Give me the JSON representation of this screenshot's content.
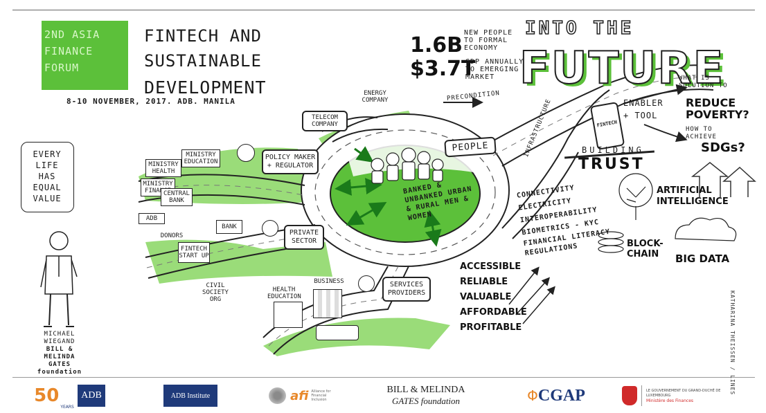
{
  "header": {
    "forum_badge": "2ND ASIA FINANCE FORUM",
    "title_line1": "FINTECH AND",
    "title_line2": "SUSTAINABLE",
    "title_line3": "DEVELOPMENT",
    "date_line": "8-10 NOVEMBER, 2017. ADB. MANILA"
  },
  "stats": {
    "stat1_value": "1.6B",
    "stat1_text": "NEW PEOPLE TO FORMAL ECONOMY",
    "stat2_value": "$3.7T",
    "stat2_text": "GDP ANNUALLY TO EMERGING MARKET",
    "precondition": "PRECONDITION"
  },
  "future": {
    "into_the": "INTO THE",
    "future": "FUTURE",
    "enabler": "ENABLER + TOOL",
    "phone_label": "FINTECH",
    "question1_lead": "WHAT IS SOLUTION TO",
    "question1": "REDUCE POVERTY?",
    "question2_lead": "HOW TO ACHIEVE",
    "question2": "SDGs?",
    "building": "BUILDING",
    "trust": "TRUST",
    "infrastructure": "INFRASTRUCTURE"
  },
  "tech": {
    "ai": "ARTIFICIAL INTELLIGENCE",
    "blockchain": "BLOCK-CHAIN",
    "bigdata": "BIG DATA"
  },
  "infra_list": [
    "CONNECTIVITY",
    "ELECTRICITY",
    "INTEROPERABILITY",
    "BIOMETRICS - KYC",
    "FINANCIAL LITERACY",
    "REGULATIONS"
  ],
  "qualities": [
    "ACCESSIBLE",
    "RELIABLE",
    "VALUABLE",
    "AFFORDABLE",
    "PROFITABLE"
  ],
  "roundabout": {
    "people": "PEOPLE",
    "center_text": "BANKED & UNBANKED URBAN & RURAL MEN & WOMEN"
  },
  "actors": {
    "telecom": "TELECOM COMPANY",
    "energy": "ENERGY COMPANY",
    "policy": "POLICY MAKER + REGULATOR",
    "ministry_health": "MINISTRY HEALTH",
    "ministry_education": "MINISTRY EDUCATION",
    "ministry_finance": "MINISTRY FINANCE",
    "central_bank": "CENTRAL BANK",
    "adb": "ADB",
    "donors": "DONORS",
    "bank": "BANK",
    "fintech_startup": "FINTECH START UP",
    "private_sector": "PRIVATE SECTOR",
    "civil_society": "CIVIL SOCIETY ORG",
    "health_education": "HEALTH EDUCATION",
    "business": "BUSINESS",
    "services": "SERVICES PROVIDERS"
  },
  "quote": {
    "text": "EVERY LIFE HAS EQUAL VALUE",
    "speaker_name": "MICHAEL WIEGAND",
    "speaker_org": "BILL & MELINDA GATES foundation"
  },
  "artist_credit": "KATHARINA THEISSEN / LINES",
  "logos": {
    "adb50_number": "50",
    "adb50_sub": "YEARS",
    "adb": "ADB",
    "adbi": "ADB Institute",
    "afi_main": "afi",
    "afi_sub": "Alliance for Financial Inclusion",
    "gates_line1": "BILL & MELINDA",
    "gates_line2": "GATES foundation",
    "cgap": "CGAP",
    "lux_line1": "LE GOUVERNEMENT DU GRAND-DUCHÉ DE LUXEMBOURG",
    "lux_line2": "Ministère des Finances"
  },
  "colors": {
    "green": "#5cc03a",
    "light_green": "#8fd86a",
    "navy": "#1f3a7a",
    "orange": "#e8882a",
    "red": "#d02a2a"
  }
}
